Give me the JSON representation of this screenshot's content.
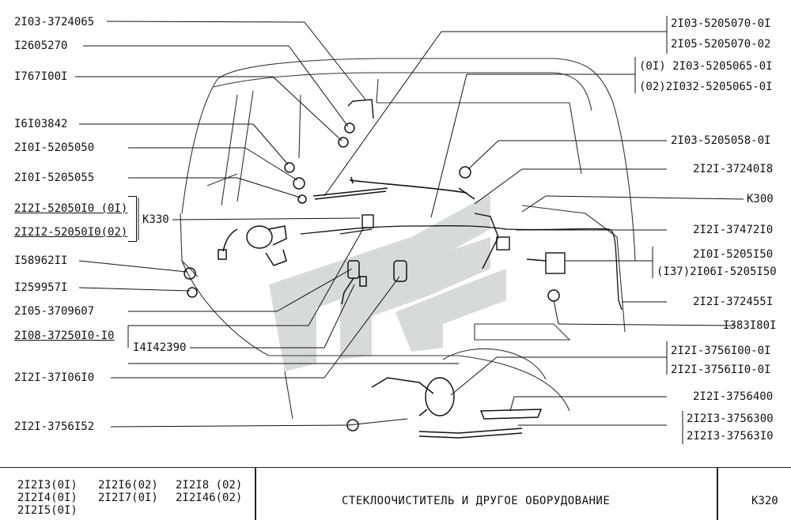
{
  "left_labels": [
    {
      "id": "l1",
      "text": "2I03-3724065"
    },
    {
      "id": "l2",
      "text": "I2605270"
    },
    {
      "id": "l3",
      "text": "I767I00I"
    },
    {
      "id": "l4",
      "text": "I6I03842"
    },
    {
      "id": "l5",
      "text": "2I0I-5205050"
    },
    {
      "id": "l6",
      "text": "2I0I-5205055"
    },
    {
      "id": "l7",
      "text": "2I2I-52050I0 (0I)"
    },
    {
      "id": "l8",
      "text": "2I2I2-52050I0(02)"
    },
    {
      "id": "l9",
      "text": "I58962II"
    },
    {
      "id": "l10",
      "text": "I259957I"
    },
    {
      "id": "l11",
      "text": "2I05-3709607"
    },
    {
      "id": "l12",
      "text": "2I08-37250I0-I0"
    },
    {
      "id": "l13",
      "text": "2I2I-37I06I0"
    },
    {
      "id": "l14",
      "text": "2I2I-3756I52"
    }
  ],
  "inner_labels": [
    {
      "id": "k330",
      "text": "К330"
    },
    {
      "id": "i14",
      "text": "I4I42390"
    }
  ],
  "right_labels": [
    {
      "id": "r1a",
      "text": "2I03-5205070-0I"
    },
    {
      "id": "r1b",
      "text": "2I05-5205070-02"
    },
    {
      "id": "r2a",
      "text": "(0I) 2I03-5205065-0I"
    },
    {
      "id": "r2b",
      "text": "(02)2I032-5205065-0I"
    },
    {
      "id": "r3",
      "text": "2I03-5205058-0I"
    },
    {
      "id": "r4",
      "text": "2I2I-37240I8"
    },
    {
      "id": "r5",
      "text": "К300"
    },
    {
      "id": "r6",
      "text": "2I2I-37472I0"
    },
    {
      "id": "r7a",
      "text": "2I0I-5205I50"
    },
    {
      "id": "r7b",
      "text": "(I37)2I06I-5205I50"
    },
    {
      "id": "r8",
      "text": "2I2I-372455I"
    },
    {
      "id": "r9",
      "text": "I383I80I"
    },
    {
      "id": "r10a",
      "text": "2I2I-3756I00-0I"
    },
    {
      "id": "r10b",
      "text": "2I2I-3756II0-0I"
    },
    {
      "id": "r11",
      "text": "2I2I-3756400"
    },
    {
      "id": "r12a",
      "text": "2I2I3-3756300"
    },
    {
      "id": "r12b",
      "text": "2I2I3-37563I0"
    }
  ],
  "footer": {
    "models": [
      [
        "2I2I3(0I)",
        "2I2I6(02)",
        "2I2I8 (02)"
      ],
      [
        "2I2I4(0I)",
        "2I2I7(0I)",
        "2I2I46(02)"
      ],
      [
        "2I2I5(0I)",
        "",
        ""
      ]
    ],
    "title": "СТЕКЛООЧИСТИТЕЛЬ  И  ДРУГОЕ  ОБОРУДОВАНИЕ",
    "page": "К320"
  },
  "colors": {
    "ink": "#111111",
    "watermark": "#c9cfcd"
  }
}
